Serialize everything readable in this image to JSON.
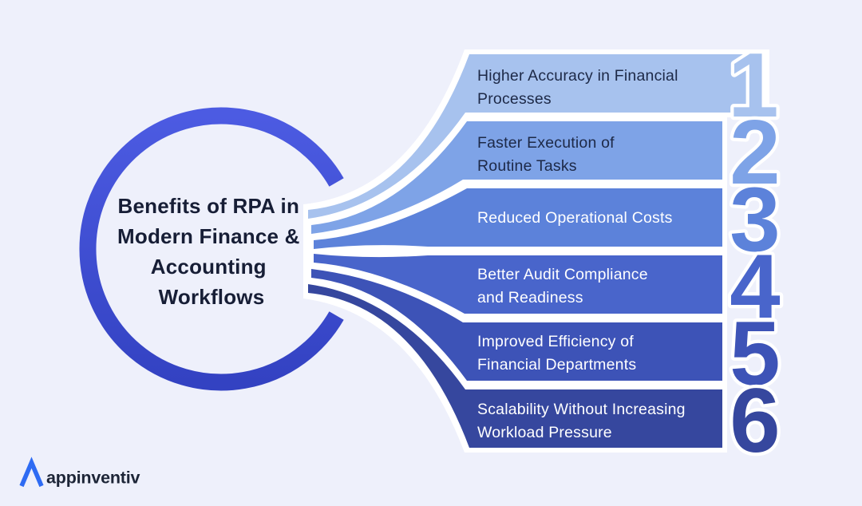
{
  "background": "#eef0fb",
  "separator_color": "#ffffff",
  "title": {
    "line1": "Benefits of RPA in",
    "line2": "Modern Finance &",
    "line3": "Accounting",
    "line4": "Workflows",
    "color": "#171e36"
  },
  "ring": {
    "color_top": "#4c5be2",
    "color_bottom": "#3342c2"
  },
  "bands": [
    {
      "number": "1",
      "line1": "Higher Accuracy in Financial",
      "line2": "Processes",
      "color": "#a7c2ee",
      "text_color": "#1d2947"
    },
    {
      "number": "2",
      "line1": "Faster Execution of",
      "line2": "Routine Tasks",
      "color": "#7ea3e7",
      "text_color": "#1d2947"
    },
    {
      "number": "3",
      "line1": "Reduced Operational Costs",
      "line2": "",
      "color": "#5c82da",
      "text_color": "#ffffff"
    },
    {
      "number": "4",
      "line1": "Better Audit Compliance",
      "line2": "and Readiness",
      "color": "#4965cb",
      "text_color": "#ffffff"
    },
    {
      "number": "5",
      "line1": "Improved Efficiency of",
      "line2": "Financial Departments",
      "color": "#3d53b7",
      "text_color": "#ffffff"
    },
    {
      "number": "6",
      "line1": "Scalability Without Increasing",
      "line2": "Workload Pressure",
      "color": "#36479e",
      "text_color": "#ffffff"
    }
  ],
  "logo": {
    "text": "appinventiv",
    "accent": "#2e6bf3",
    "text_color": "#1d2537"
  }
}
